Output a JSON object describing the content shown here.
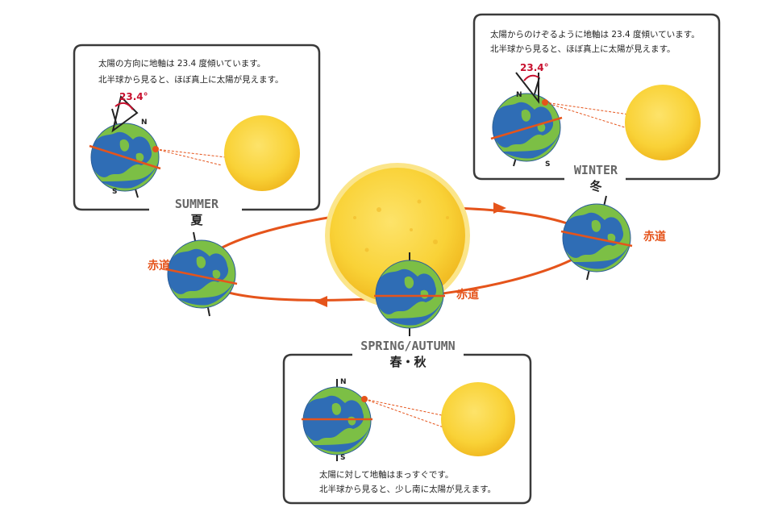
{
  "summer": {
    "title_en": "SUMMER",
    "title_jp": "夏",
    "equator": "赤道",
    "box_line1": "太陽の方向に地軸は 23.4 度傾いています。",
    "box_line2": "北半球から見ると、ほぼ真上に太陽が見えます。",
    "angle": "23.4°",
    "north": "N",
    "south": "S"
  },
  "winter": {
    "title_en": "WINTER",
    "title_jp": "冬",
    "equator": "赤道",
    "box_line1": "太陽からのけぞるように地軸は 23.4 度傾いています。",
    "box_line2": "北半球から見ると、ほぼ真上に太陽が見えます。",
    "angle": "23.4°",
    "north": "N",
    "south": "S"
  },
  "spring_autumn": {
    "title_en": "SPRING/AUTUMN",
    "title_jp": "春・秋",
    "equator": "赤道",
    "box_line1": "太陽に対して地軸はまっすぐです。",
    "box_line2": "北半球から見ると、少し南に太陽が見えます。",
    "north": "N",
    "south": "S"
  },
  "colors": {
    "orbit": "#e5541b",
    "ocean": "#2f6db5",
    "land": "#7cbf45",
    "sun": "#f9d237",
    "sun_glow": "#fbe27a",
    "angle_red": "#c8102e",
    "frame": "#3a3a3a",
    "label_gray": "#666666"
  }
}
